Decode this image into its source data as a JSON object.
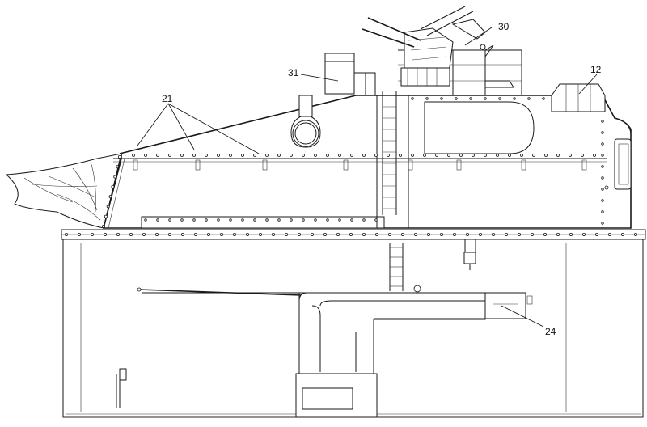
{
  "labels": {
    "l21": "21",
    "l30": "30",
    "l31": "31",
    "l12": "12",
    "l24": "24"
  }
}
